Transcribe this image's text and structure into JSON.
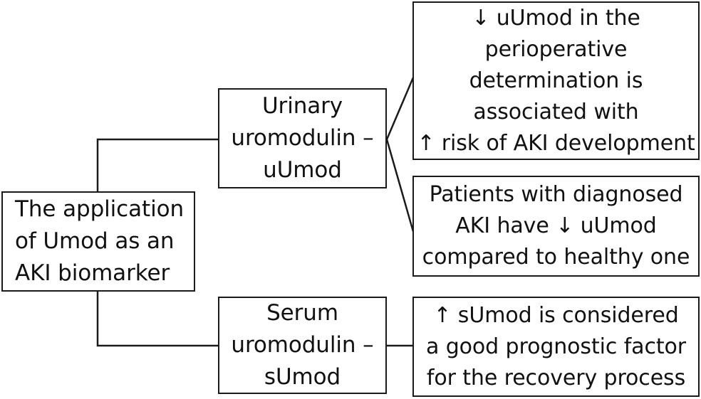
{
  "diagram": {
    "type": "flowchart",
    "orientation": "left-to-right",
    "line_color": "#1a1a1a",
    "text_color": "#111111",
    "background_color": "#ffffff",
    "nodes": {
      "root": {
        "label": "The application\nof Umod as an\nAKI biomarker"
      },
      "urinary": {
        "label": "Urinary\nuromodulin –\nuUmod"
      },
      "serum": {
        "label": "Serum\nuromodulin –\nsUmod"
      },
      "perioperative": {
        "label": "↓ uUmod in the\nperioperative\ndetermination is\nassociated with\n↑ risk of AKI development"
      },
      "diagnosed_aki": {
        "label": "Patients with diagnosed\nAKI have ↓ uUmod\ncompared to healthy one"
      },
      "recovery": {
        "label": "↑ sUmod is considered\na good prognostic factor\nfor the recovery process"
      }
    },
    "edges": [
      {
        "name": "root-to-urinary",
        "from": "root",
        "to": "urinary",
        "style": "orthogonal"
      },
      {
        "name": "root-to-serum",
        "from": "root",
        "to": "serum",
        "style": "orthogonal"
      },
      {
        "name": "urinary-to-perioperative",
        "from": "urinary",
        "to": "perioperative",
        "style": "diagonal"
      },
      {
        "name": "urinary-to-diagnosed-aki",
        "from": "urinary",
        "to": "diagnosed_aki",
        "style": "diagonal"
      },
      {
        "name": "serum-to-recovery",
        "from": "serum",
        "to": "recovery",
        "style": "straight"
      }
    ]
  }
}
